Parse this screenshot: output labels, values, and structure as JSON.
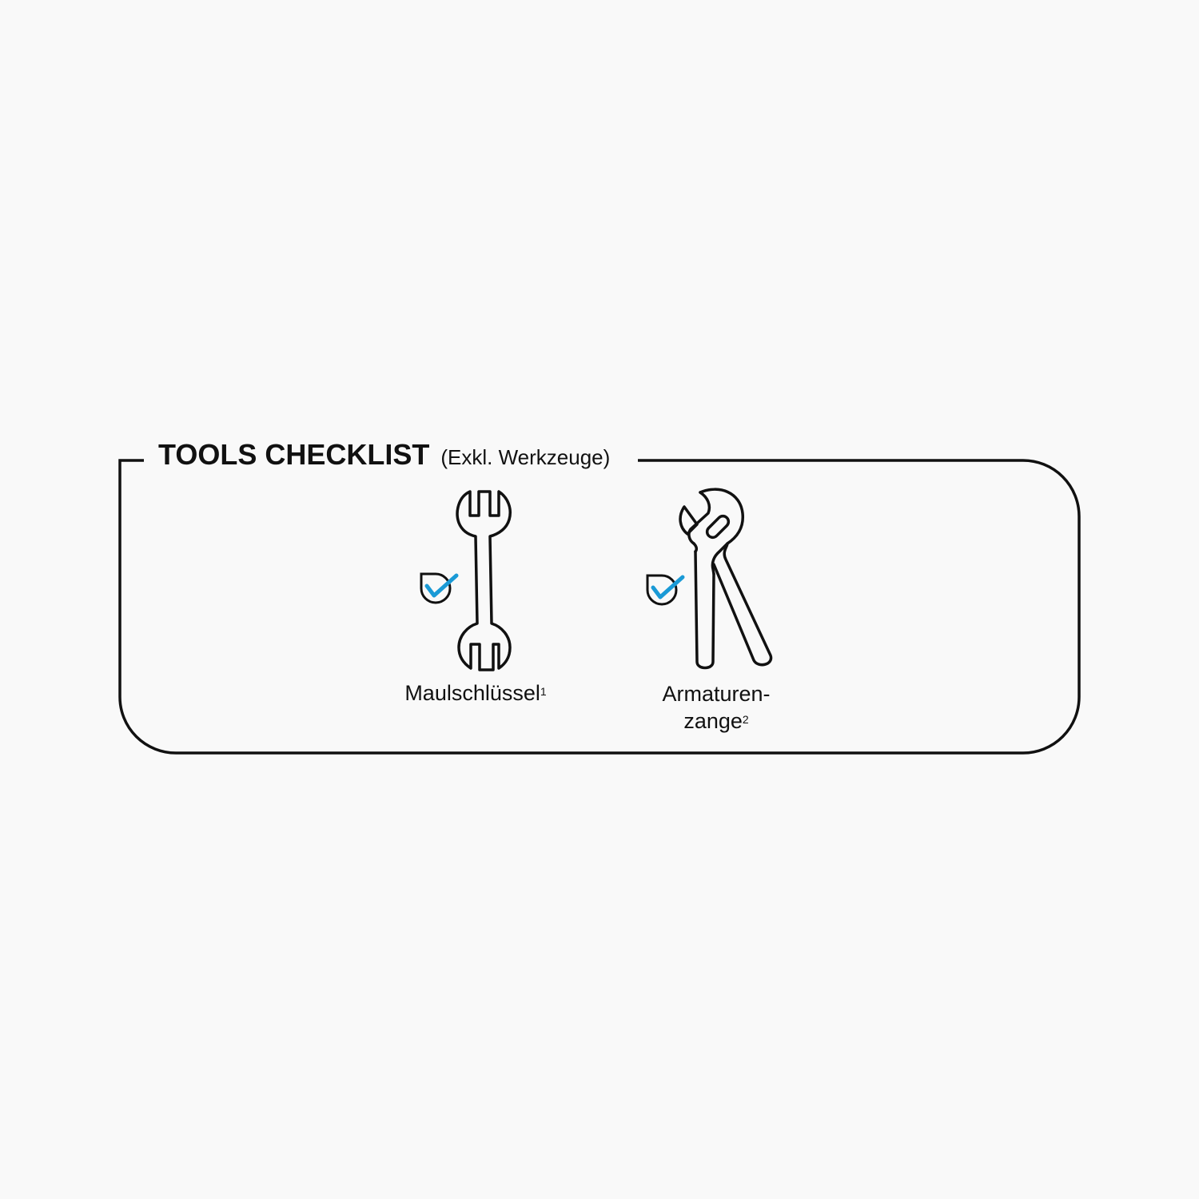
{
  "heading": {
    "title": "TOOLS CHECKLIST",
    "subtitle": "(Exkl. Werkzeuge)"
  },
  "colors": {
    "stroke": "#111111",
    "check": "#1a9ad6",
    "background": "#f9f9f9"
  },
  "tools": [
    {
      "icon": "open-end-wrench-icon",
      "label_line1": "Maulschlüssel",
      "label_line2": "",
      "footnote": "1",
      "checked": true
    },
    {
      "icon": "water-pump-pliers-icon",
      "label_line1": "Armaturen-",
      "label_line2": "zange",
      "footnote": "2",
      "checked": true
    }
  ]
}
